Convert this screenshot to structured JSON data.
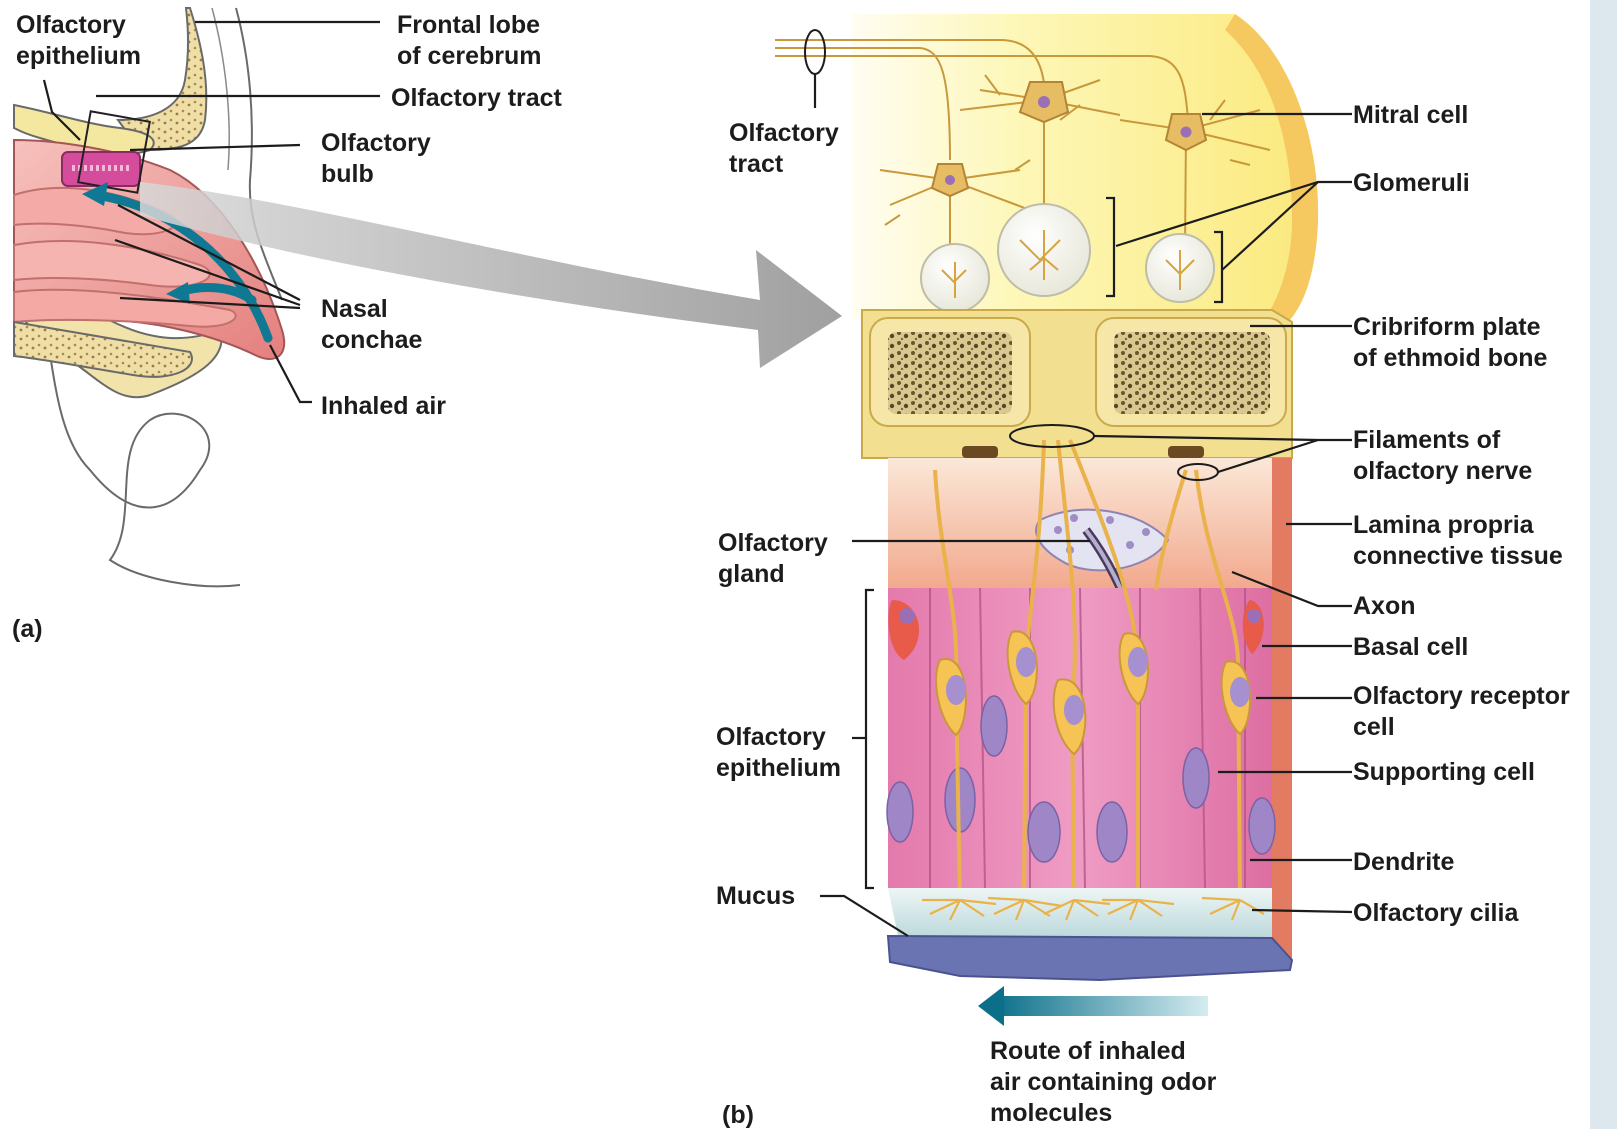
{
  "panel_a": {
    "tag": "(a)",
    "labels": {
      "olfactory_epithelium": "Olfactory\nepithelium",
      "frontal_lobe": "Frontal lobe\nof cerebrum",
      "olfactory_tract": "Olfactory tract",
      "olfactory_bulb": "Olfactory\nbulb",
      "nasal_conchae": "Nasal\nconchae",
      "inhaled_air": "Inhaled air"
    }
  },
  "panel_b": {
    "tag": "(b)",
    "labels": {
      "olfactory_tract": "Olfactory\ntract",
      "mitral_cell": "Mitral cell",
      "glomeruli": "Glomeruli",
      "cribriform_plate": "Cribriform plate\nof ethmoid bone",
      "filaments": "Filaments of\nolfactory nerve",
      "lamina_propria": "Lamina propria\nconnective tissue",
      "olfactory_gland": "Olfactory\ngland",
      "axon": "Axon",
      "basal_cell": "Basal cell",
      "olfactory_receptor_cell": "Olfactory receptor\ncell",
      "supporting_cell": "Supporting cell",
      "olfactory_epithelium": "Olfactory\nepithelium",
      "dendrite": "Dendrite",
      "mucus": "Mucus",
      "olfactory_cilia": "Olfactory cilia",
      "route_of_air": "Route of inhaled\nair containing odor\nmolecules"
    }
  },
  "colors": {
    "bone": "#f2e6a6",
    "bulb_yellow": "#fdf49a",
    "epithelium_pink": "#e884b4",
    "lamina_peach": "#f6c9ae",
    "nerve": "#e9b24a",
    "air_arrow": "#0f7893",
    "connector": "#9a9a9a",
    "nasal_pink": "#ef9a98"
  }
}
